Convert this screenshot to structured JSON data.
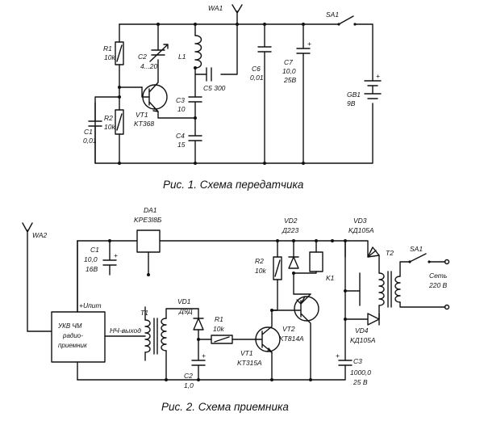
{
  "fig1": {
    "caption": "Рис. 1. Схема передатчика",
    "WA1": "WA1",
    "SA1": "SA1",
    "R1": "R1",
    "R1v": "10k",
    "C2": "C2",
    "C2v": "4...20",
    "L1": "L1",
    "C6": "C6",
    "C6v": "0,01",
    "C7": "C7",
    "C7a": "10,0",
    "C7b": "25B",
    "GB1": "GB1",
    "GB1v": "9B",
    "C5": "C5 300",
    "C3": "C3",
    "C3v": "10",
    "C4": "C4",
    "C4v": "15",
    "VT1": "VT1",
    "VT1v": "KT368",
    "R2": "R2",
    "R2v": "10k",
    "C1": "C1",
    "C1v": "0,01"
  },
  "fig2": {
    "caption": "Рис. 2. Схема приемника",
    "WA2": "WA2",
    "DA1": "DA1",
    "DA1v": "KPE3I8Б",
    "VD2": "VD2",
    "VD2v": "Д223",
    "VD3": "VD3",
    "VD3v": "KД105A",
    "C1": "C1",
    "C1a": "10,0",
    "C1b": "16B",
    "R2": "R2",
    "R2v": "10k",
    "K1": "K1",
    "T2": "T2",
    "SA1": "SA1",
    "set1": "Сеть",
    "set2": "220 B",
    "upit": "+Uпит",
    "rx1": "УКВ ЧМ",
    "rx2": "радио-",
    "rx3": "приемник",
    "nch": "НЧ-выход",
    "T1": "T1",
    "VD1": "VD1",
    "VD1v": "Д9Д",
    "R1": "R1",
    "R1v": "10k",
    "VT2": "VT2",
    "VT2v": "KT814A",
    "VT1": "VT1",
    "VT1v": "KT315A",
    "VD4": "VD4",
    "VD4v": "KД105A",
    "C2": "C2",
    "C2v": "1,0",
    "C3": "C3",
    "C3a": "1000,0",
    "C3b": "25 B"
  }
}
